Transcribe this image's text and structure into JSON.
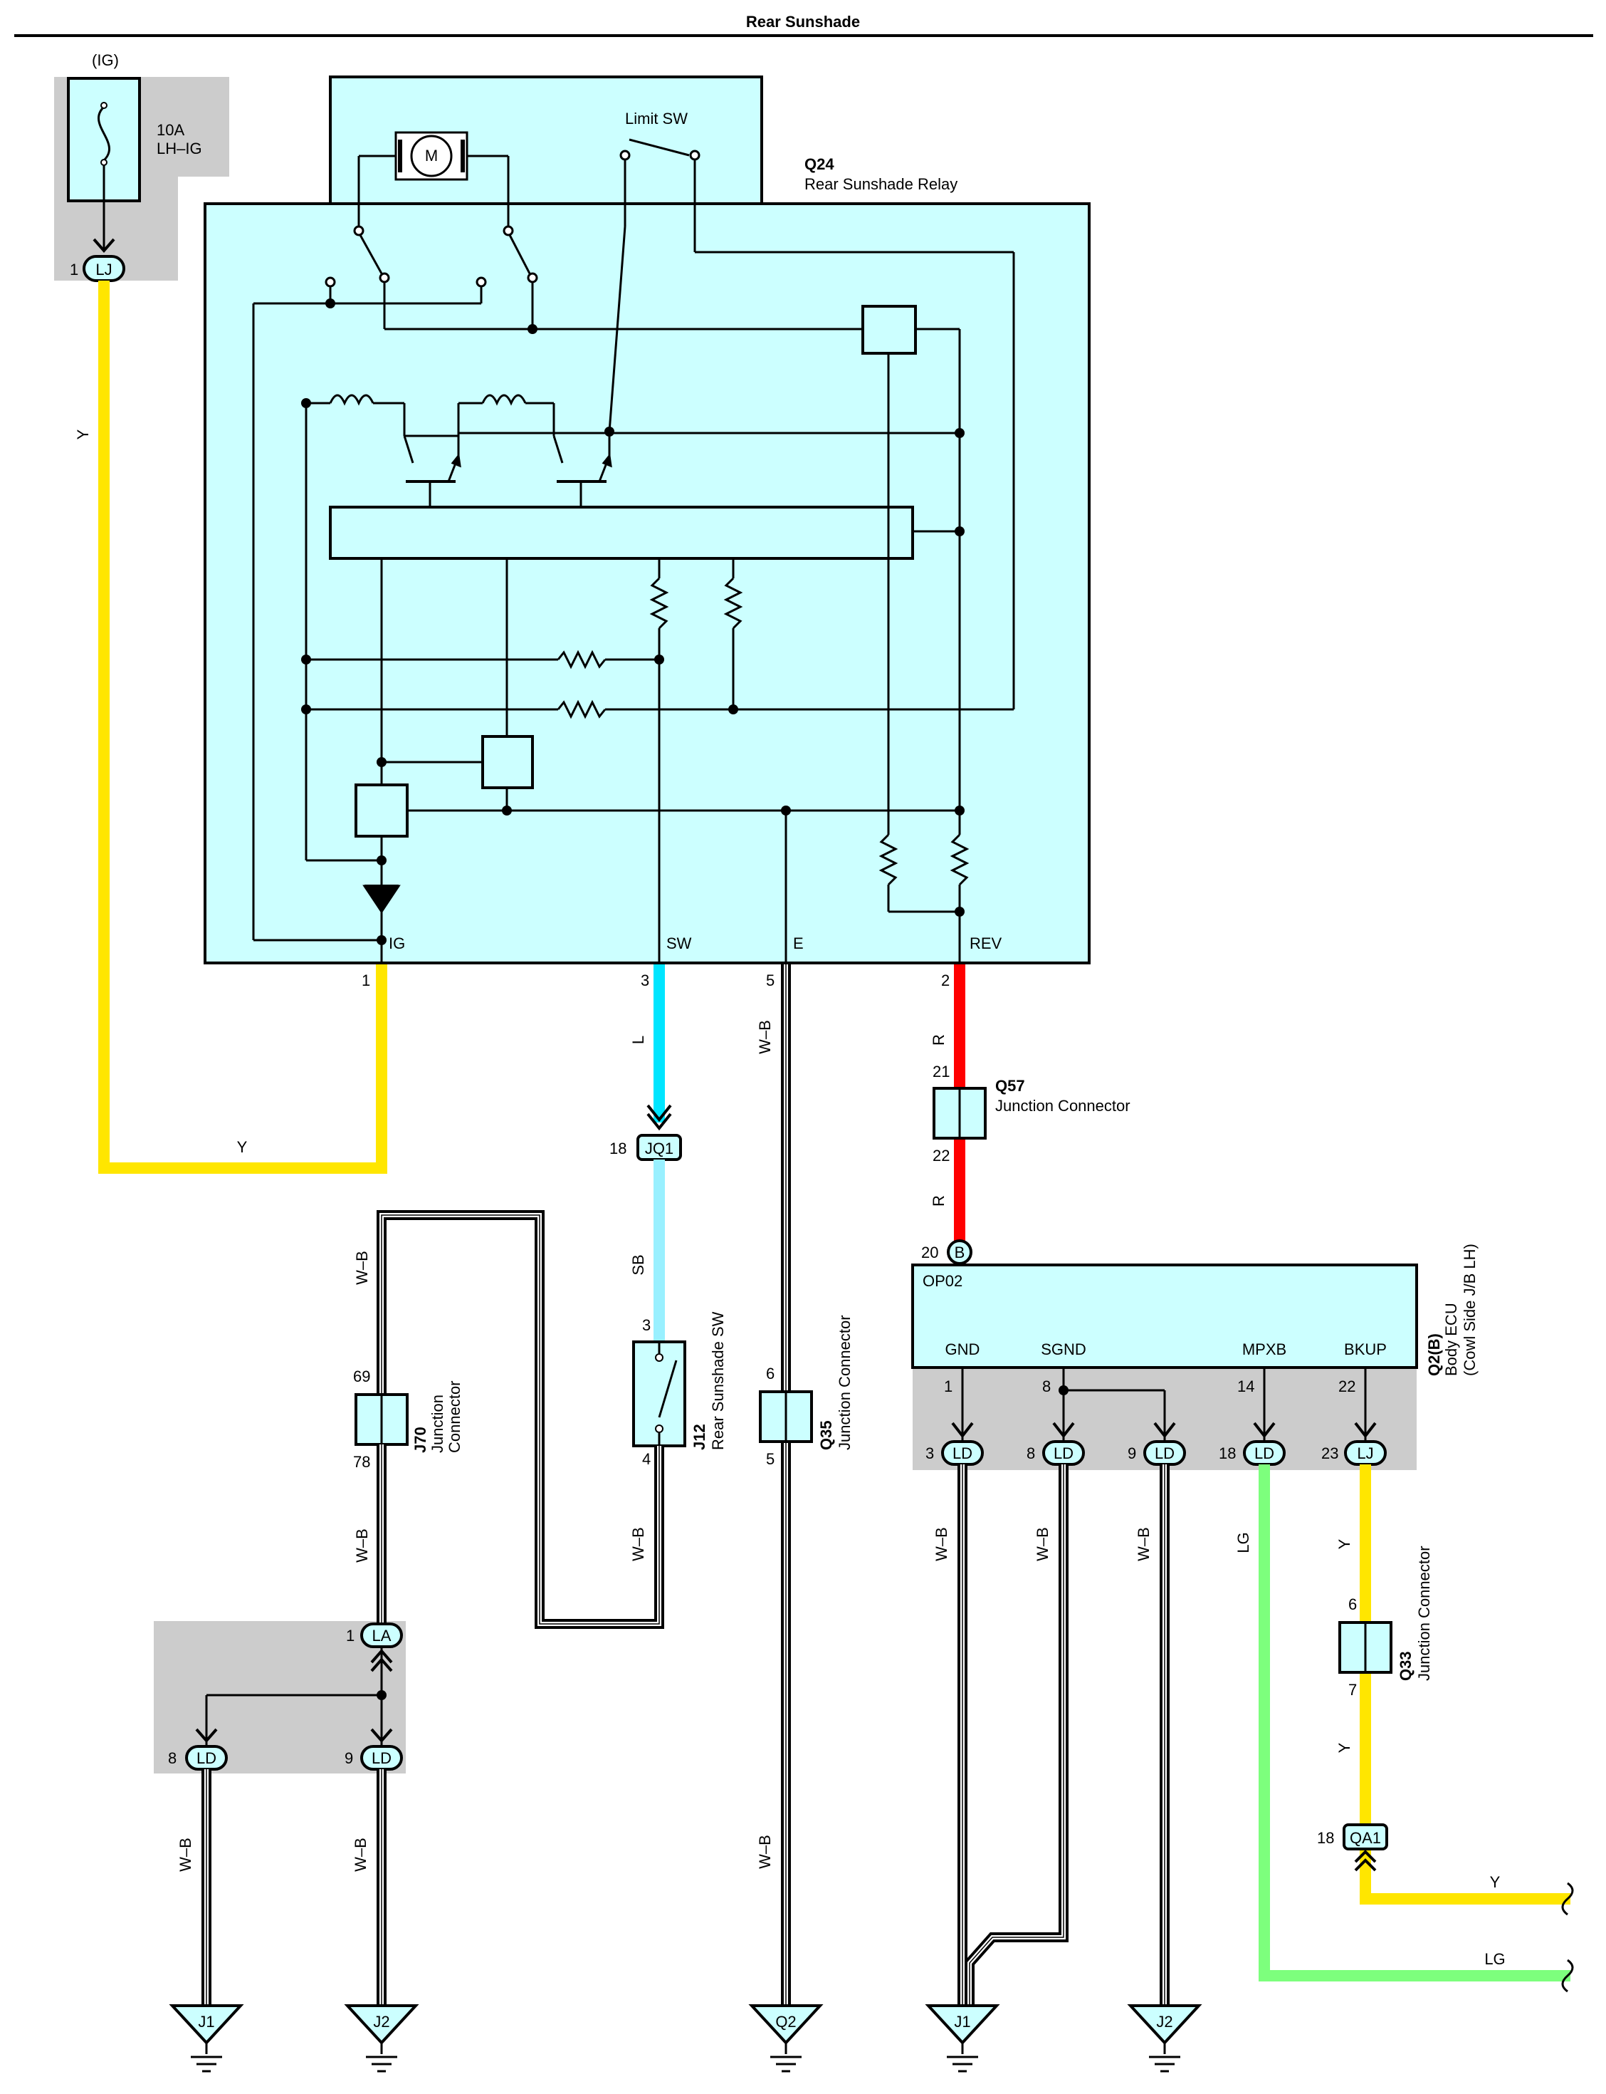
{
  "title": "Rear Sunshade",
  "fuse": {
    "supply": "(IG)",
    "rating": "10A",
    "name": "LH–IG",
    "pin": "1",
    "connector": "LJ"
  },
  "relay": {
    "code": "Q24",
    "name": "Rear Sunshade Relay",
    "limit_switch": "Limit SW",
    "motor": "M",
    "terminals": {
      "ig": "IG",
      "sw": "SW",
      "e": "E",
      "rev": "REV"
    },
    "pins": {
      "ig": "1",
      "sw": "3",
      "e": "5",
      "rev": "2"
    }
  },
  "wires": {
    "y1": "Y",
    "y2": "Y",
    "l": "L",
    "sb": "SB",
    "wb_e": "W–B",
    "r1": "R",
    "r2": "R",
    "wb_j70_top": "W–B",
    "wb_j70_bot": "W–B",
    "wb_j12": "W–B",
    "wb_ld8": "W–B",
    "wb_ld9": "W–B",
    "wb_e_low": "W–B",
    "wb_gnd": "W–B",
    "wb_sgnd": "W–B",
    "wb_ld9r": "W–B",
    "lg1": "LG",
    "lg2": "LG",
    "y_q33_top": "Y",
    "y_q33_bot": "Y",
    "y_out": "Y"
  },
  "jq1": {
    "pin": "18",
    "name": "JQ1"
  },
  "j12": {
    "code": "J12",
    "name": "Rear Sunshade SW",
    "pin_top": "3",
    "pin_bot": "4"
  },
  "j70": {
    "code": "J70",
    "name1": "Junction",
    "name2": "Connector",
    "pin_top": "69",
    "pin_bot": "78"
  },
  "q35": {
    "code": "Q35",
    "name": "Junction Connector",
    "pin_top": "6",
    "pin_bot": "5"
  },
  "q57": {
    "code": "Q57",
    "name": "Junction Connector",
    "pin_top": "21",
    "pin_bot": "22"
  },
  "la": {
    "pin": "1",
    "name": "LA",
    "ld8_pin": "8",
    "ld8": "LD",
    "ld9_pin": "9",
    "ld9": "LD"
  },
  "ecu": {
    "code": "Q2(B)",
    "name": "Body ECU",
    "sub": "(Cowl Side J/B LH)",
    "conn_pin": "20",
    "conn": "B",
    "op": "OP02",
    "terms": [
      {
        "label": "GND",
        "pin": "1",
        "conn_pin": "3",
        "conn": "LD"
      },
      {
        "label": "SGND",
        "pin": "8",
        "conn_pin": "8",
        "conn": "LD"
      },
      {
        "label": "",
        "pin": "",
        "conn_pin": "9",
        "conn": "LD"
      },
      {
        "label": "MPXB",
        "pin": "14",
        "conn_pin": "18",
        "conn": "LD"
      },
      {
        "label": "BKUP",
        "pin": "22",
        "conn_pin": "23",
        "conn": "LJ"
      }
    ]
  },
  "q33": {
    "code": "Q33",
    "name": "Junction Connector",
    "pin_top": "6",
    "pin_bot": "7"
  },
  "qa1": {
    "pin": "18",
    "name": "QA1"
  },
  "grounds": [
    "J1",
    "J2",
    "Q2",
    "J1",
    "J2"
  ],
  "colors": {
    "yellow": "#ffe600",
    "light_blue": "#00e5ff",
    "sky": "#99f0ff",
    "red": "#ff0000",
    "green": "#7dff7d",
    "panel": "#ccffff",
    "shade": "#cccccc"
  }
}
